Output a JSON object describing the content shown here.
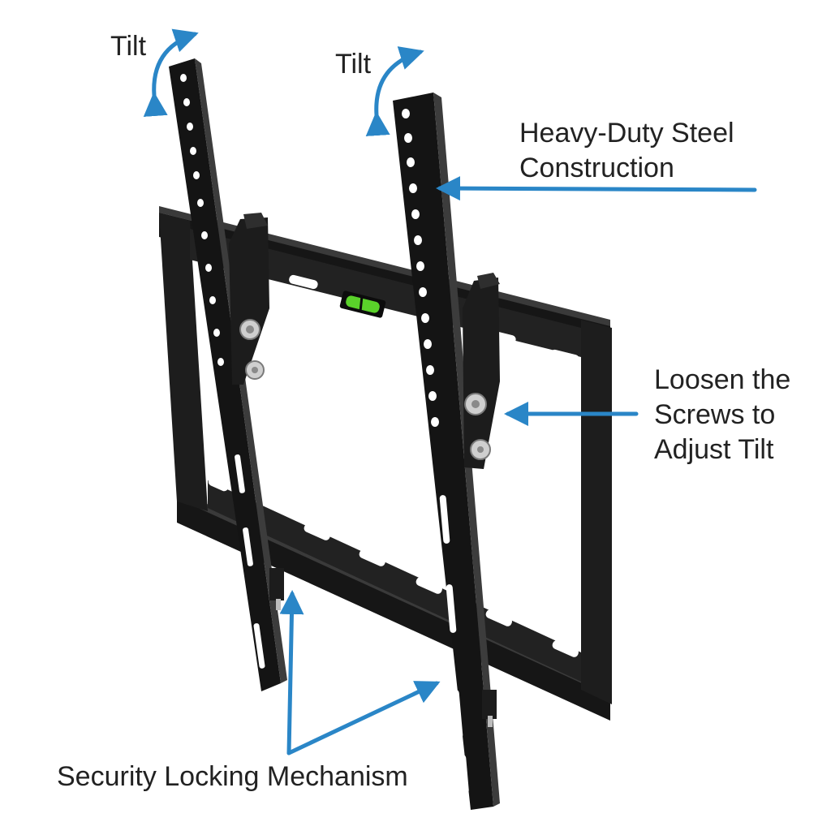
{
  "colors": {
    "arrow": "#2a86c7",
    "metal": "#1a1a1a",
    "metal_edge": "#3c3c3c",
    "bubble": "#5ad22a",
    "screw": "#cfcfcf",
    "text": "#222222"
  },
  "labels": {
    "tilt_left": "Tilt",
    "tilt_right": "Tilt",
    "steel": [
      "Heavy-Duty Steel",
      "Construction"
    ],
    "screws": [
      "Loosen the",
      "Screws to",
      "Adjust Tilt"
    ],
    "security": "Security Locking Mechanism"
  }
}
